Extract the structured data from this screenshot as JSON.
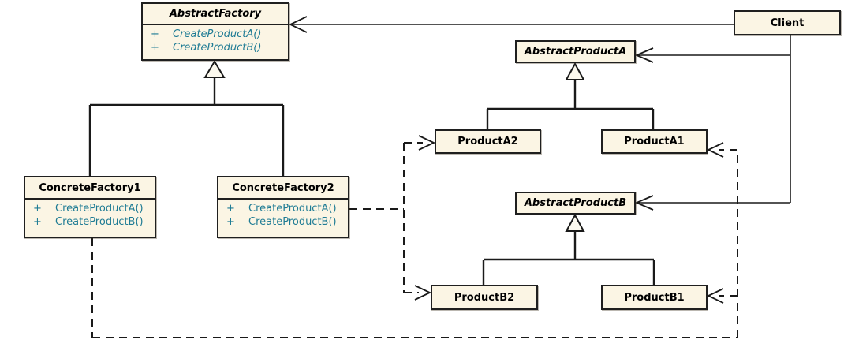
{
  "diagram_type": "uml-class-diagram",
  "pattern": "Abstract Factory",
  "colors": {
    "background": "#FFFFFF",
    "class_fill": "#FBF5E4",
    "class_border": "#1F1F1F",
    "title_text": "#000000",
    "method_text": "#1E7B94",
    "connector": "#1A1A1A"
  },
  "classes": {
    "abstract_factory": {
      "name": "AbstractFactory",
      "abstract": true,
      "methods": [
        {
          "visibility": "+",
          "signature": "CreateProductA()"
        },
        {
          "visibility": "+",
          "signature": "CreateProductB()"
        }
      ]
    },
    "client": {
      "name": "Client",
      "abstract": false
    },
    "abstract_product_a": {
      "name": "AbstractProductA",
      "abstract": true
    },
    "product_a2": {
      "name": "ProductA2",
      "abstract": false
    },
    "product_a1": {
      "name": "ProductA1",
      "abstract": false
    },
    "concrete_factory1": {
      "name": "ConcreteFactory1",
      "abstract": false,
      "methods": [
        {
          "visibility": "+",
          "signature": "CreateProductA()"
        },
        {
          "visibility": "+",
          "signature": "CreateProductB()"
        }
      ]
    },
    "concrete_factory2": {
      "name": "ConcreteFactory2",
      "abstract": false,
      "methods": [
        {
          "visibility": "+",
          "signature": "CreateProductA()"
        },
        {
          "visibility": "+",
          "signature": "CreateProductB()"
        }
      ]
    },
    "abstract_product_b": {
      "name": "AbstractProductB",
      "abstract": true
    },
    "product_b2": {
      "name": "ProductB2",
      "abstract": false
    },
    "product_b1": {
      "name": "ProductB1",
      "abstract": false
    }
  },
  "relationships": [
    {
      "type": "association",
      "from": "Client",
      "to": "AbstractFactory",
      "line": "solid",
      "arrow": "open"
    },
    {
      "type": "association",
      "from": "Client",
      "to": "AbstractProductA",
      "line": "solid",
      "arrow": "open"
    },
    {
      "type": "association",
      "from": "Client",
      "to": "AbstractProductB",
      "line": "solid",
      "arrow": "open"
    },
    {
      "type": "generalization",
      "from": "ConcreteFactory1",
      "to": "AbstractFactory",
      "line": "solid",
      "arrow": "hollow-triangle"
    },
    {
      "type": "generalization",
      "from": "ConcreteFactory2",
      "to": "AbstractFactory",
      "line": "solid",
      "arrow": "hollow-triangle"
    },
    {
      "type": "generalization",
      "from": "ProductA2",
      "to": "AbstractProductA",
      "line": "solid",
      "arrow": "hollow-triangle"
    },
    {
      "type": "generalization",
      "from": "ProductA1",
      "to": "AbstractProductA",
      "line": "solid",
      "arrow": "hollow-triangle"
    },
    {
      "type": "generalization",
      "from": "ProductB2",
      "to": "AbstractProductB",
      "line": "solid",
      "arrow": "hollow-triangle"
    },
    {
      "type": "generalization",
      "from": "ProductB1",
      "to": "AbstractProductB",
      "line": "solid",
      "arrow": "hollow-triangle"
    },
    {
      "type": "dependency",
      "from": "ConcreteFactory2",
      "to": "ProductA2",
      "line": "dashed",
      "arrow": "open"
    },
    {
      "type": "dependency",
      "from": "ConcreteFactory2",
      "to": "ProductB2",
      "line": "dashed",
      "arrow": "open"
    },
    {
      "type": "dependency",
      "from": "ConcreteFactory1",
      "to": "ProductA1",
      "line": "dashed",
      "arrow": "open"
    },
    {
      "type": "dependency",
      "from": "ConcreteFactory1",
      "to": "ProductB1",
      "line": "dashed",
      "arrow": "open"
    }
  ]
}
